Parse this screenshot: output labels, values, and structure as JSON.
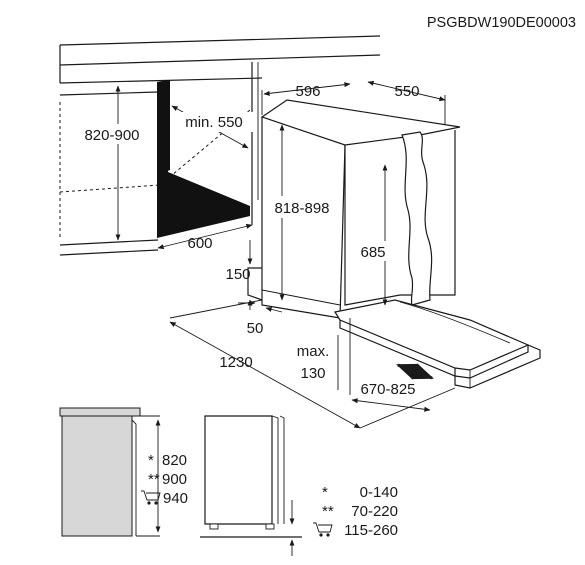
{
  "model_code": "PSGBDW190DE00003",
  "dimensions": {
    "niche_height": "820-900",
    "min_depth": "min. 550",
    "niche_depth": "600",
    "appliance_height": "818-898",
    "appliance_width": "596",
    "appliance_depth": "550",
    "door_height": "685",
    "plinth_height": "150",
    "plinth_gap": "50",
    "plinth_depth": "max.\n130",
    "plinth_depth_line1": "max.",
    "plinth_depth_line2": "130",
    "total_depth_open": "1230",
    "door_travel": "670-825"
  },
  "side_view": {
    "heights": [
      {
        "marker": "*",
        "value": "820"
      },
      {
        "marker": "**",
        "value": "900"
      },
      {
        "marker": "cart-icon",
        "value": "940"
      }
    ]
  },
  "legend": [
    {
      "marker": "*",
      "value": "0-140"
    },
    {
      "marker": "**",
      "value": "70-220"
    },
    {
      "marker": "cart-icon",
      "value": "115-260"
    }
  ]
}
